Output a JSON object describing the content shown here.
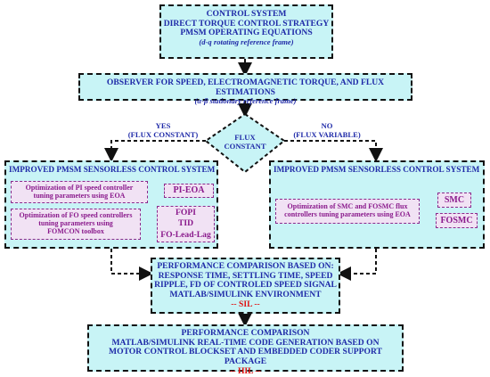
{
  "box1": {
    "line1": "CONTROL SYSTEM",
    "line2": "DIRECT TORQUE CONTROL STRATEGY",
    "line3": "PMSM OPERATING EQUATIONS",
    "line4": "(d-q rotating reference frame)"
  },
  "box2": {
    "line1": "OBSERVER FOR SPEED, ELECTROMAGNETIC TORQUE, AND FLUX ESTIMATIONS",
    "line2": "(α-β stationary reference frame)"
  },
  "decision": {
    "line1": "FLUX",
    "line2": "CONSTANT",
    "yes_line1": "YES",
    "yes_line2": "(FLUX CONSTANT)",
    "no_line1": "NO",
    "no_line2": "(FLUX VARIABLE)"
  },
  "left_system": {
    "title": "IMPROVED PMSM SENSORLESS CONTROL SYSTEM",
    "pi_text_line1": "Optimization of PI speed controller",
    "pi_text_line2": "tuning parameters using EOA",
    "pi_result": "PI-EOA",
    "fo_text_line1": "Optimization of FO speed controllers",
    "fo_text_line2": "tuning parameters using",
    "fo_text_line3": "FOMCON toolbox",
    "fo_result_line1": "FOPI",
    "fo_result_line2": "TID",
    "fo_result_line3": "FO-Lead-Lag"
  },
  "right_system": {
    "title": "IMPROVED PMSM SENSORLESS CONTROL SYSTEM",
    "text_line1": "Optimization of SMC and FOSMC flux",
    "text_line2": "controllers tuning parameters using EOA",
    "result1": "SMC",
    "result2": "FOSMC"
  },
  "sil_box": {
    "line1": "PERFORMANCE COMPARISON BASED ON:",
    "line2": "RESPONSE TIME, SETTLING TIME, SPEED",
    "line3": "RIPPLE, FD OF CONTROLED SPEED SIGNAL",
    "line4": "MATLAB/SIMULINK ENVIRONMENT",
    "tag": "-- SIL --"
  },
  "hil_box": {
    "line1": "PERFORMANCE COMPARISON",
    "line2": "MATLAB/SIMULINK REAL-TIME CODE GENERATION BASED ON",
    "line3": "MOTOR CONTROL BLOCKSET AND EMBEDDED CODER SUPPORT PACKAGE",
    "tag": "-- HIL --"
  },
  "colors": {
    "box_fill": "#c8f4f6",
    "inner_fill": "#f1e2f4",
    "title_text": "#1f2aa8",
    "inner_text": "#8a1a8c",
    "tag_text": "#e01010"
  }
}
